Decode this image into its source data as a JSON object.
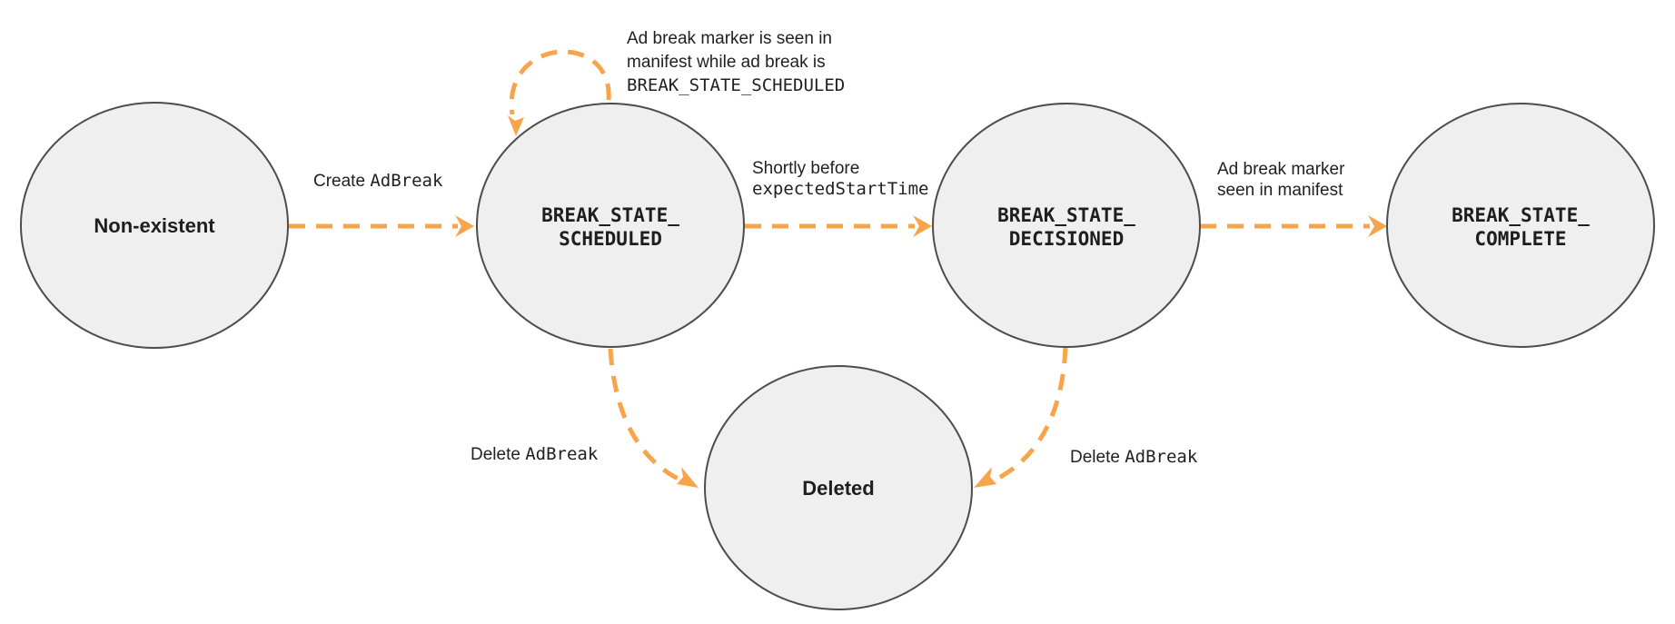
{
  "diagram": {
    "type": "state-machine",
    "colors": {
      "arrow": "#F8A44B",
      "node_fill": "#EFEFEF",
      "node_stroke": "#4D4D50",
      "text": "#1E1E1E"
    },
    "states": {
      "nonexistent": {
        "label": "Non-existent"
      },
      "scheduled": {
        "line1": "BREAK_STATE_",
        "line2": "SCHEDULED"
      },
      "decisioned": {
        "line1": "BREAK_STATE_",
        "line2": "DECISIONED"
      },
      "complete": {
        "line1": "BREAK_STATE_",
        "line2": "COMPLETE"
      },
      "deleted": {
        "label": "Deleted"
      }
    },
    "transitions": {
      "create": {
        "from": "Non-existent",
        "to": "BREAK_STATE_SCHEDULED",
        "plain": "Create ",
        "code": "AdBreak"
      },
      "self_loop": {
        "from": "BREAK_STATE_SCHEDULED",
        "to": "BREAK_STATE_SCHEDULED",
        "line1": "Ad break marker is seen in",
        "line2": "manifest while ad break is",
        "line3": "BREAK_STATE_SCHEDULED"
      },
      "shortly": {
        "from": "BREAK_STATE_SCHEDULED",
        "to": "BREAK_STATE_DECISIONED",
        "line1": "Shortly before",
        "code": "expectedStartTime"
      },
      "marker_seen": {
        "from": "BREAK_STATE_DECISIONED",
        "to": "BREAK_STATE_COMPLETE",
        "line1": "Ad break marker",
        "line2": "seen in manifest"
      },
      "delete_left": {
        "from": "BREAK_STATE_SCHEDULED",
        "to": "Deleted",
        "plain": "Delete ",
        "code": "AdBreak"
      },
      "delete_right": {
        "from": "BREAK_STATE_DECISIONED",
        "to": "Deleted",
        "plain": "Delete ",
        "code": "AdBreak"
      }
    }
  }
}
